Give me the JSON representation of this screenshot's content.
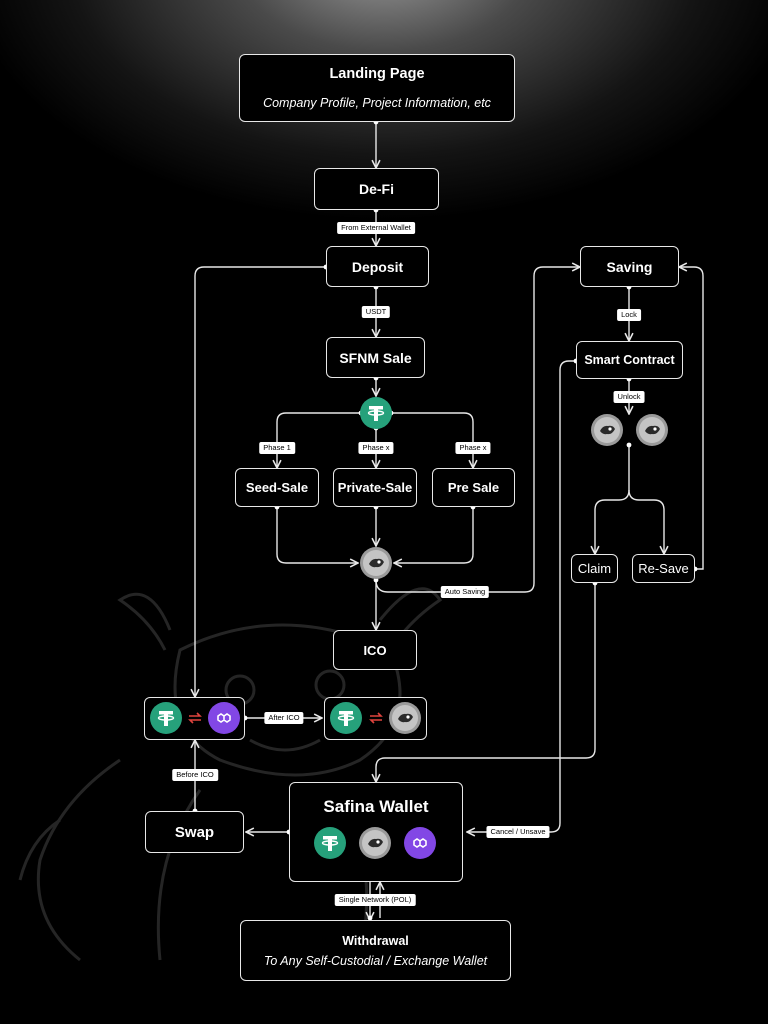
{
  "nodes": {
    "landing": {
      "title": "Landing Page",
      "subtitle": "Company Profile, Project Information, etc"
    },
    "defi": "De-Fi",
    "deposit": "Deposit",
    "sfnm_sale": "SFNM Sale",
    "seed_sale": "Seed-Sale",
    "private_sale": "Private-Sale",
    "pre_sale": "Pre Sale",
    "ico": "ICO",
    "saving": "Saving",
    "smart_contract": "Smart Contract",
    "claim": "Claim",
    "resave": "Re-Save",
    "swap": "Swap",
    "wallet": "Safina Wallet",
    "withdrawal": {
      "title": "Withdrawal",
      "subtitle": "To Any Self-Custodial / Exchange Wallet"
    }
  },
  "edge_labels": {
    "from_external_wallet": "From External Wallet",
    "usdt": "USDT",
    "phase_1": "Phase 1",
    "phase_x_a": "Phase x",
    "phase_x_b": "Phase x",
    "auto_saving": "Auto Saving",
    "lock": "Lock",
    "unlock": "Unlock",
    "after_ico": "After ICO",
    "before_ico": "Before ICO",
    "cancel_unsave": "Cancel / Unsave",
    "single_network": "Single Network (POL)"
  },
  "icons": {
    "tether": "tether-coin-icon",
    "polygon": "polygon-coin-icon",
    "sfnm": "sfnm-token-icon",
    "swap_arrows": "swap-arrows-icon"
  },
  "colors": {
    "tether": "#26a17b",
    "polygon": "#8247e5",
    "sfnm": "#9a9a9a",
    "swap_arrows": "#e0443e",
    "line": "#e8e8e8",
    "background": "#000000"
  }
}
